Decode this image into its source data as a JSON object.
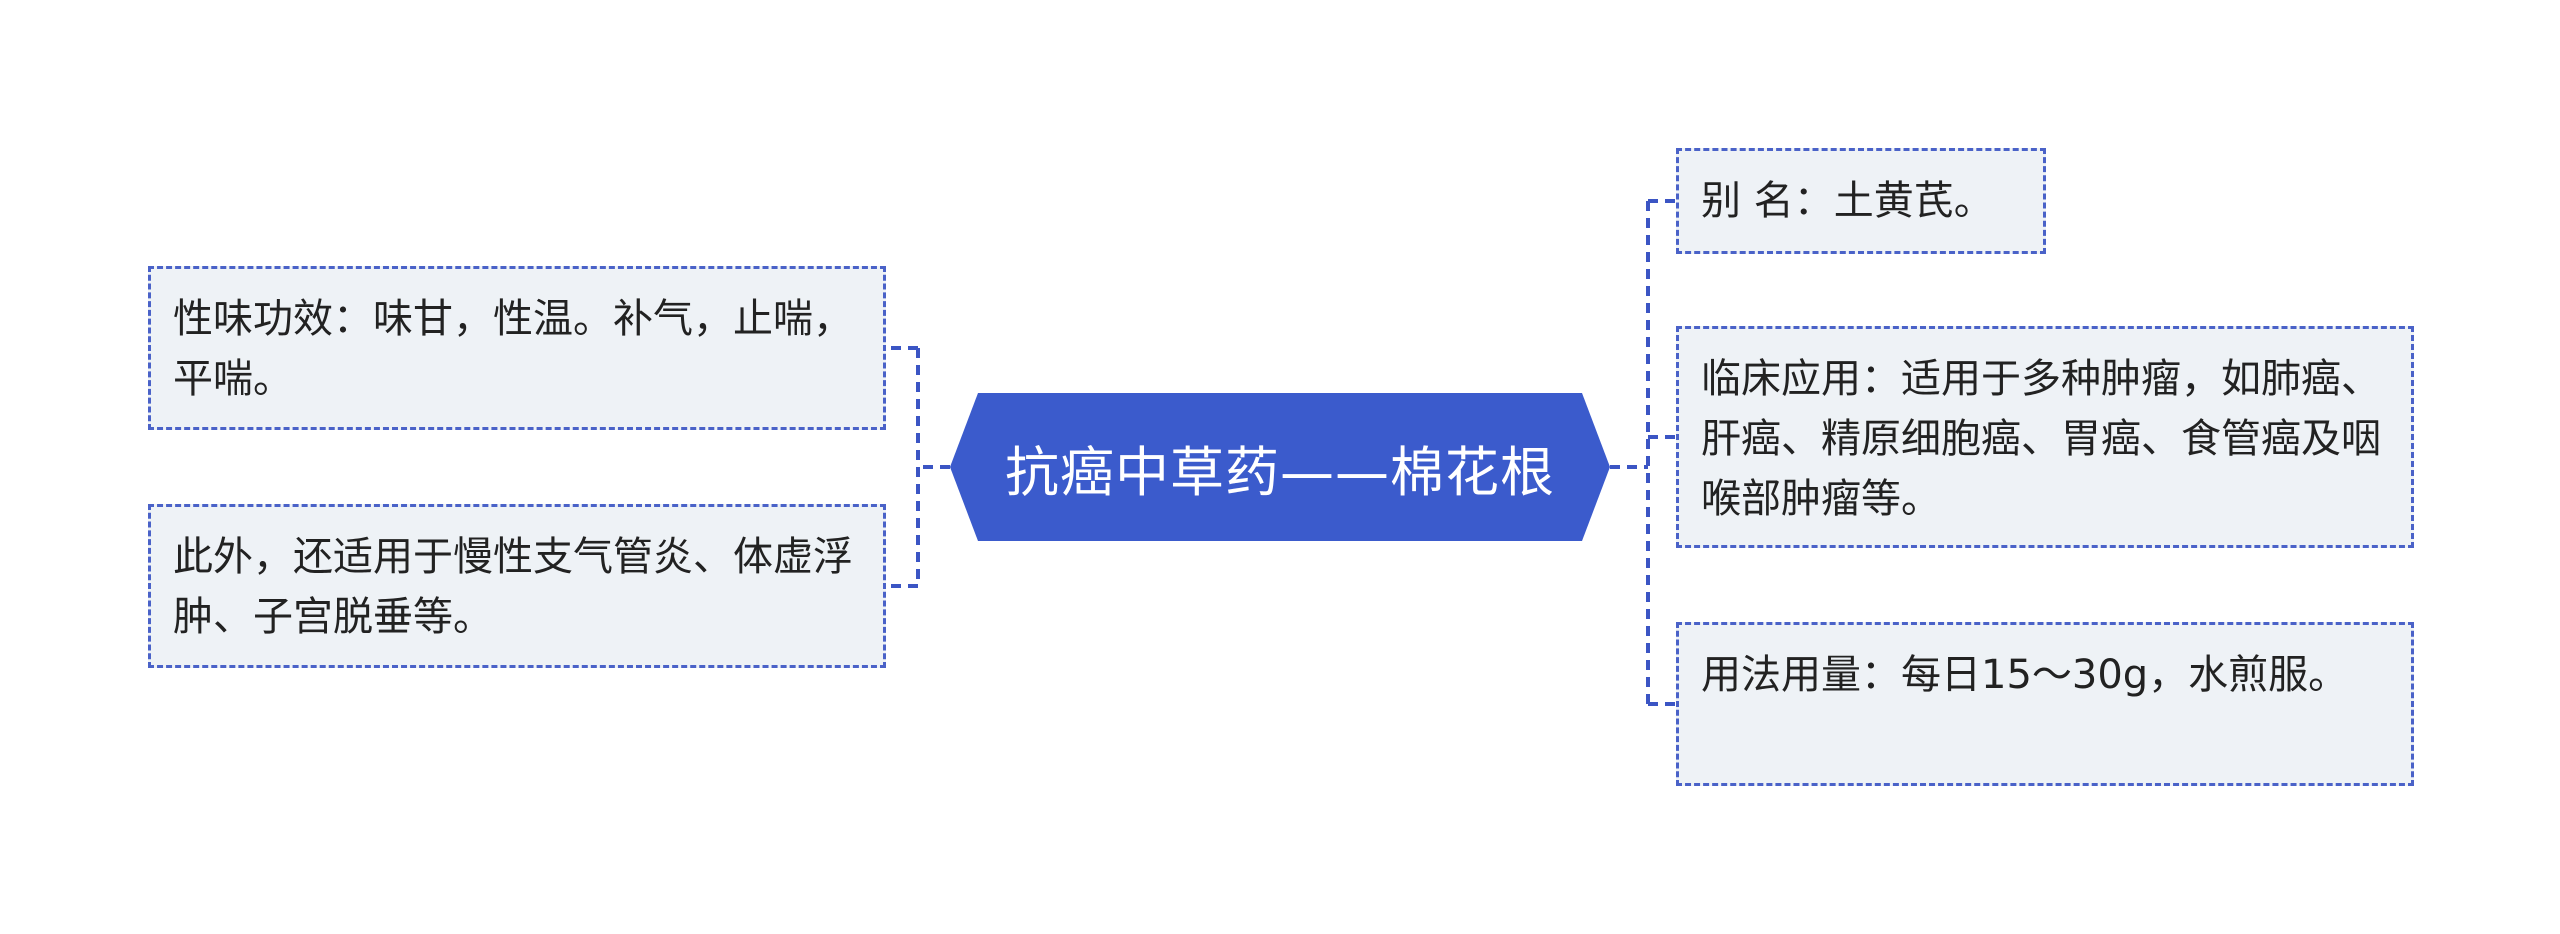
{
  "central_topic": "抗癌中草药——棉花根",
  "left_branches": [
    {
      "text": "性味功效：味甘，性温。补气，止喘，平喘。"
    },
    {
      "text": "此外，还适用于慢性支气管炎、体虚浮肿、子宫脱垂等。"
    }
  ],
  "right_branches": [
    {
      "text": "别 名：土黄芪。"
    },
    {
      "text": "临床应用：适用于多种肿瘤，如肺癌、肝癌、精原细胞癌、胃癌、食管癌及咽喉部肿瘤等。"
    },
    {
      "text": "用法用量：每日15～30g，水煎服。"
    }
  ],
  "colors": {
    "central_fill": "#3b5bcc",
    "central_text": "#ffffff",
    "connector": "#3b55c4",
    "leaf_fill": "#eef2f6",
    "leaf_border": "#4a62c8",
    "leaf_text": "#222222"
  }
}
